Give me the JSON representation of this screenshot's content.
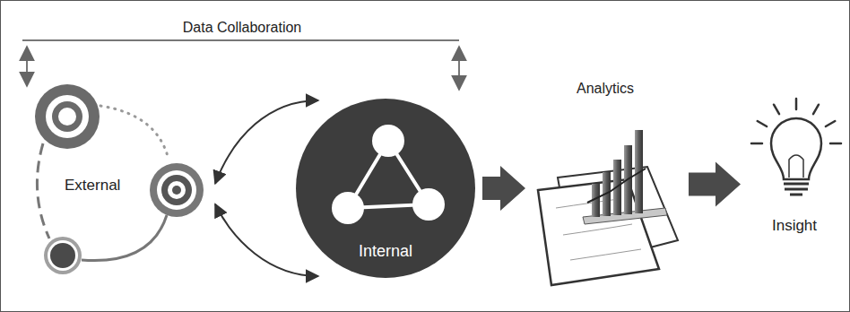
{
  "diagram": {
    "nodes": [
      {
        "text": [
          "External"
        ]
      },
      {
        "text": [
          "Internal"
        ]
      },
      {
        "text": [
          "Analytics"
        ]
      },
      {
        "text": [
          "Insight"
        ]
      }
    ],
    "edges": [
      {
        "from": 1,
        "to": 0,
        "arrow": "both"
      },
      {
        "from": 1,
        "to": 0,
        "arrow": "both"
      },
      {
        "from": 1,
        "to": 2,
        "arrow": "to"
      },
      {
        "from": 2,
        "to": 3,
        "arrow": "to"
      }
    ],
    "labels": [
      "Data Collaboration"
    ]
  }
}
